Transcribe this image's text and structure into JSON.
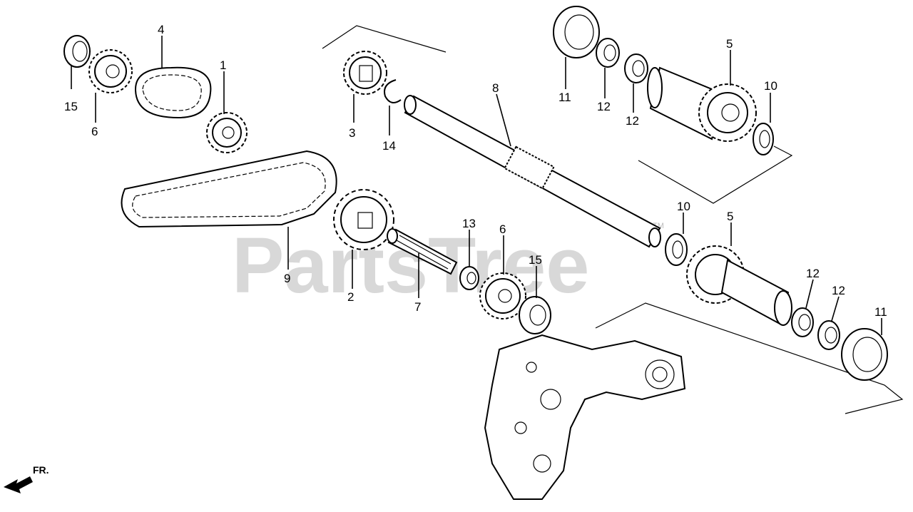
{
  "watermark": "PartsTree",
  "trademark": "TM",
  "direction_label": "FR.",
  "callouts": {
    "c1": "1",
    "c2": "2",
    "c3": "3",
    "c4": "4",
    "c5a": "5",
    "c5b": "5",
    "c6a": "6",
    "c6b": "6",
    "c7": "7",
    "c8": "8",
    "c9": "9",
    "c10a": "10",
    "c10b": "10",
    "c11a": "11",
    "c11b": "11",
    "c12a": "12",
    "c12b": "12",
    "c12c": "12",
    "c12d": "12",
    "c13": "13",
    "c14": "14",
    "c15a": "15",
    "c15b": "15"
  }
}
